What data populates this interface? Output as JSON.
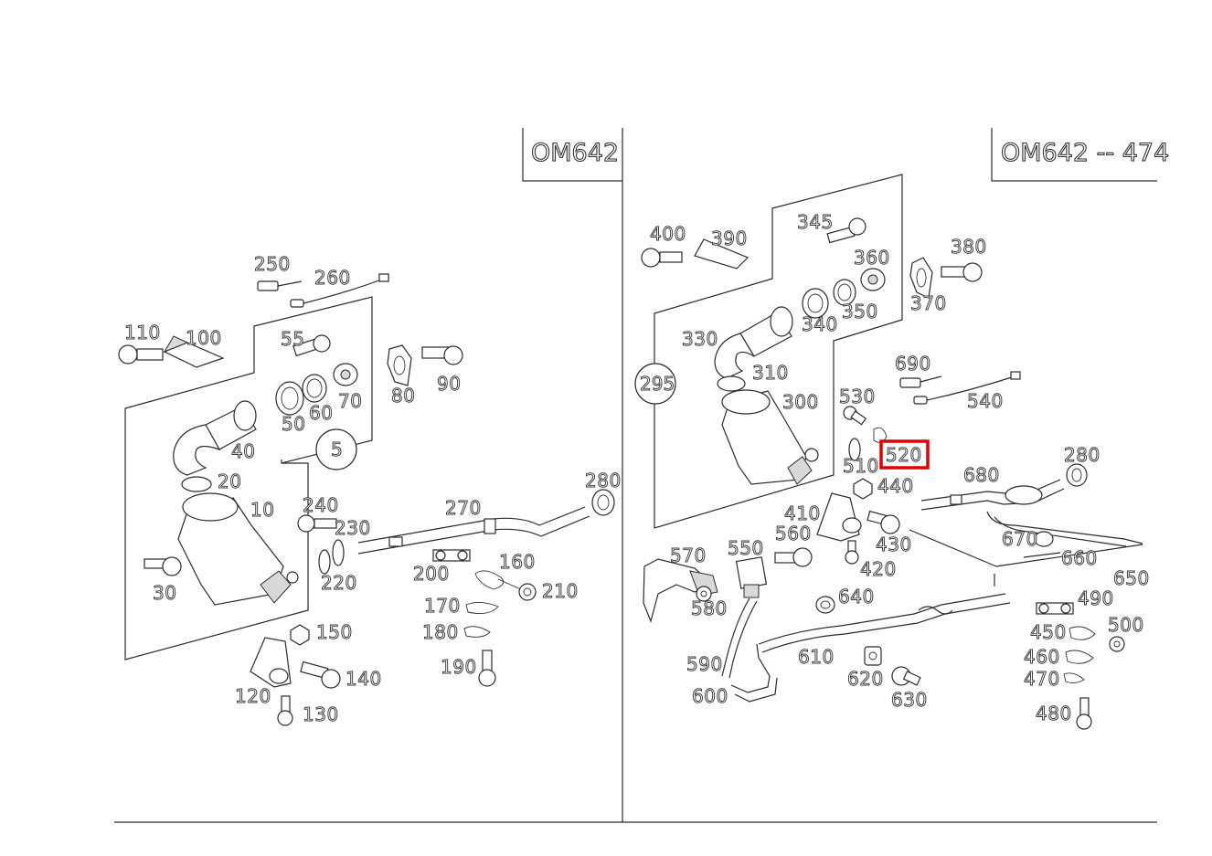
{
  "panels": [
    {
      "id": "left",
      "engine_label": "OM642"
    },
    {
      "id": "right",
      "engine_label": "OM642 -- 474"
    }
  ],
  "callouts": [
    {
      "id": "5",
      "label": "5"
    },
    {
      "id": "295",
      "label": "295"
    }
  ],
  "highlight": {
    "part": "520"
  },
  "parts_left": [
    {
      "id": "250",
      "label": "250"
    },
    {
      "id": "260",
      "label": "260"
    },
    {
      "id": "110",
      "label": "110"
    },
    {
      "id": "100",
      "label": "100"
    },
    {
      "id": "55",
      "label": "55"
    },
    {
      "id": "50",
      "label": "50"
    },
    {
      "id": "60",
      "label": "60"
    },
    {
      "id": "70",
      "label": "70"
    },
    {
      "id": "80",
      "label": "80"
    },
    {
      "id": "90",
      "label": "90"
    },
    {
      "id": "40",
      "label": "40"
    },
    {
      "id": "20",
      "label": "20"
    },
    {
      "id": "10",
      "label": "10"
    },
    {
      "id": "30",
      "label": "30"
    },
    {
      "id": "240",
      "label": "240"
    },
    {
      "id": "230",
      "label": "230"
    },
    {
      "id": "220",
      "label": "220"
    },
    {
      "id": "270",
      "label": "270"
    },
    {
      "id": "280",
      "label": "280"
    },
    {
      "id": "200",
      "label": "200"
    },
    {
      "id": "160",
      "label": "160"
    },
    {
      "id": "210",
      "label": "210"
    },
    {
      "id": "170",
      "label": "170"
    },
    {
      "id": "180",
      "label": "180"
    },
    {
      "id": "190",
      "label": "190"
    },
    {
      "id": "150",
      "label": "150"
    },
    {
      "id": "140",
      "label": "140"
    },
    {
      "id": "120",
      "label": "120"
    },
    {
      "id": "130",
      "label": "130"
    }
  ],
  "parts_right": [
    {
      "id": "400",
      "label": "400"
    },
    {
      "id": "390",
      "label": "390"
    },
    {
      "id": "345",
      "label": "345"
    },
    {
      "id": "360",
      "label": "360"
    },
    {
      "id": "380",
      "label": "380"
    },
    {
      "id": "370",
      "label": "370"
    },
    {
      "id": "340",
      "label": "340"
    },
    {
      "id": "350",
      "label": "350"
    },
    {
      "id": "330",
      "label": "330"
    },
    {
      "id": "310",
      "label": "310"
    },
    {
      "id": "300",
      "label": "300"
    },
    {
      "id": "690",
      "label": "690"
    },
    {
      "id": "540",
      "label": "540"
    },
    {
      "id": "530",
      "label": "530"
    },
    {
      "id": "520",
      "label": "520"
    },
    {
      "id": "510",
      "label": "510"
    },
    {
      "id": "440",
      "label": "440"
    },
    {
      "id": "680",
      "label": "680"
    },
    {
      "id": "280",
      "label": "280"
    },
    {
      "id": "410",
      "label": "410"
    },
    {
      "id": "560",
      "label": "560"
    },
    {
      "id": "430",
      "label": "430"
    },
    {
      "id": "670",
      "label": "670"
    },
    {
      "id": "660",
      "label": "660"
    },
    {
      "id": "650",
      "label": "650"
    },
    {
      "id": "570",
      "label": "570"
    },
    {
      "id": "550",
      "label": "550"
    },
    {
      "id": "420",
      "label": "420"
    },
    {
      "id": "640",
      "label": "640"
    },
    {
      "id": "490",
      "label": "490"
    },
    {
      "id": "580",
      "label": "580"
    },
    {
      "id": "450",
      "label": "450"
    },
    {
      "id": "500",
      "label": "500"
    },
    {
      "id": "610",
      "label": "610"
    },
    {
      "id": "460",
      "label": "460"
    },
    {
      "id": "590",
      "label": "590"
    },
    {
      "id": "620",
      "label": "620"
    },
    {
      "id": "470",
      "label": "470"
    },
    {
      "id": "600",
      "label": "600"
    },
    {
      "id": "630",
      "label": "630"
    },
    {
      "id": "480",
      "label": "480"
    }
  ]
}
